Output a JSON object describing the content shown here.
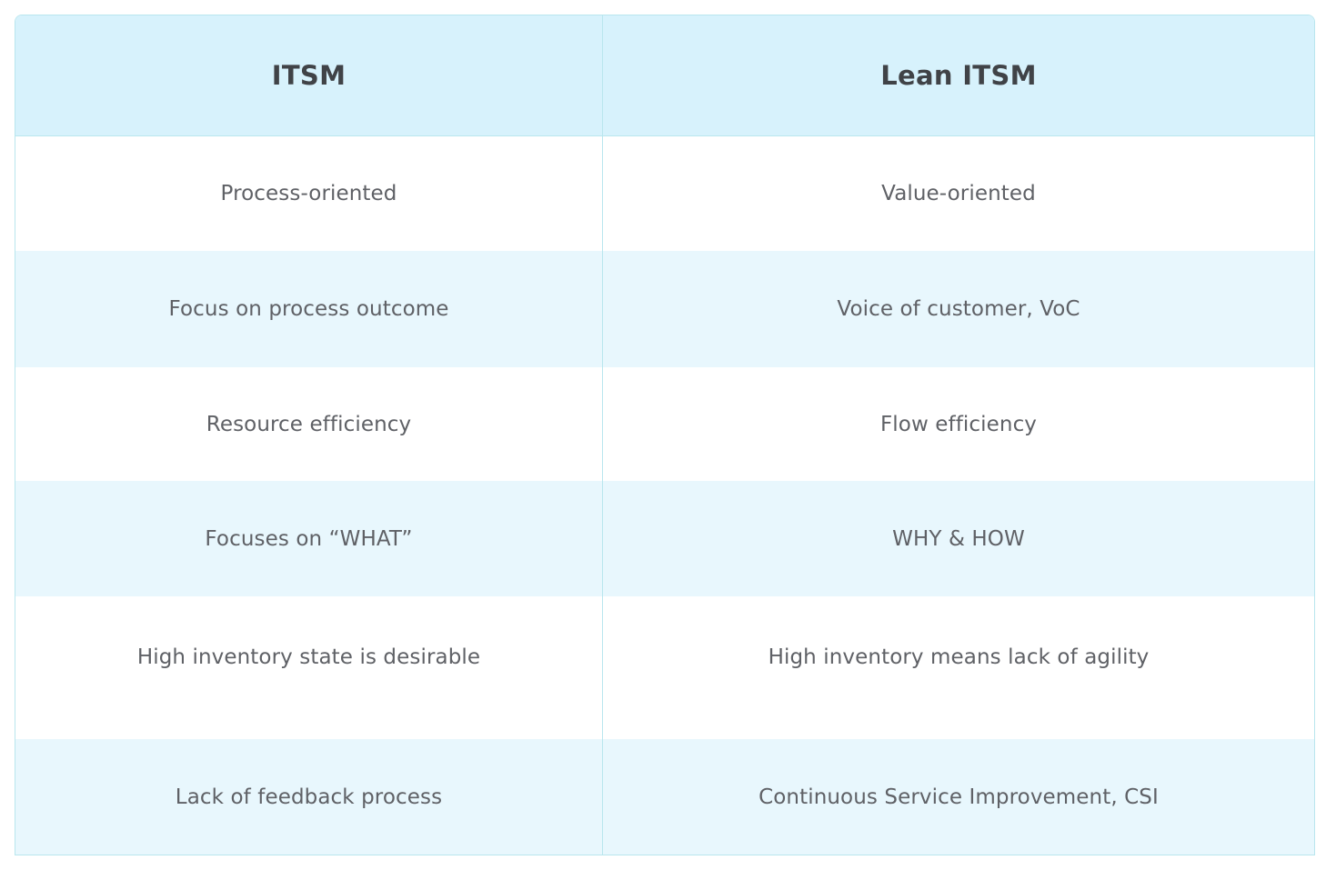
{
  "table": {
    "headers": [
      "ITSM",
      "Lean ITSM"
    ],
    "rows": [
      [
        "Process-oriented",
        "Value-oriented"
      ],
      [
        "Focus on process outcome",
        "Voice of customer, VoC"
      ],
      [
        "Resource efficiency",
        "Flow efficiency"
      ],
      [
        "Focuses on “WHAT”",
        "WHY & HOW"
      ],
      [
        "High inventory state is desirable",
        "High inventory means lack of agility"
      ],
      [
        "Lack of feedback process",
        "Continuous Service Improvement, CSI"
      ]
    ]
  }
}
